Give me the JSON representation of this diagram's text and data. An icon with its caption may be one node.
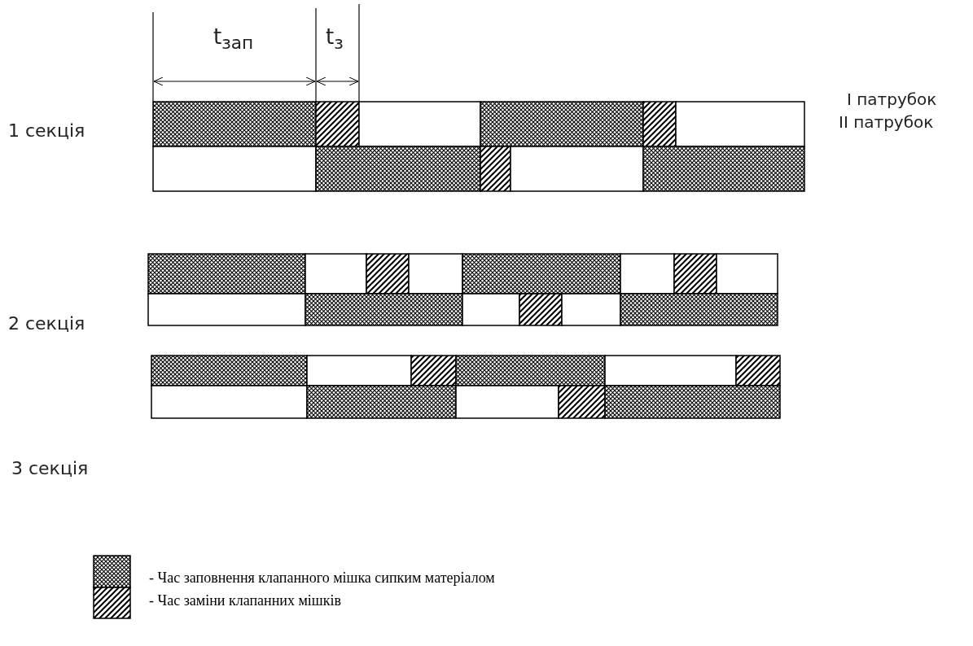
{
  "diagram": {
    "labels": [
      "t$_{зап}$",
      "t$_{з}$",
      "1 секція",
      "I патрубок",
      "II патрубок",
      "2 секція",
      "3 секція"
    ],
    "legend": [
      {
        "text": "- Час заповнення клапанного мішка сипким матеріалом"
      },
      {
        "text": "- Час заміни клапанних мішків"
      }
    ]
  }
}
